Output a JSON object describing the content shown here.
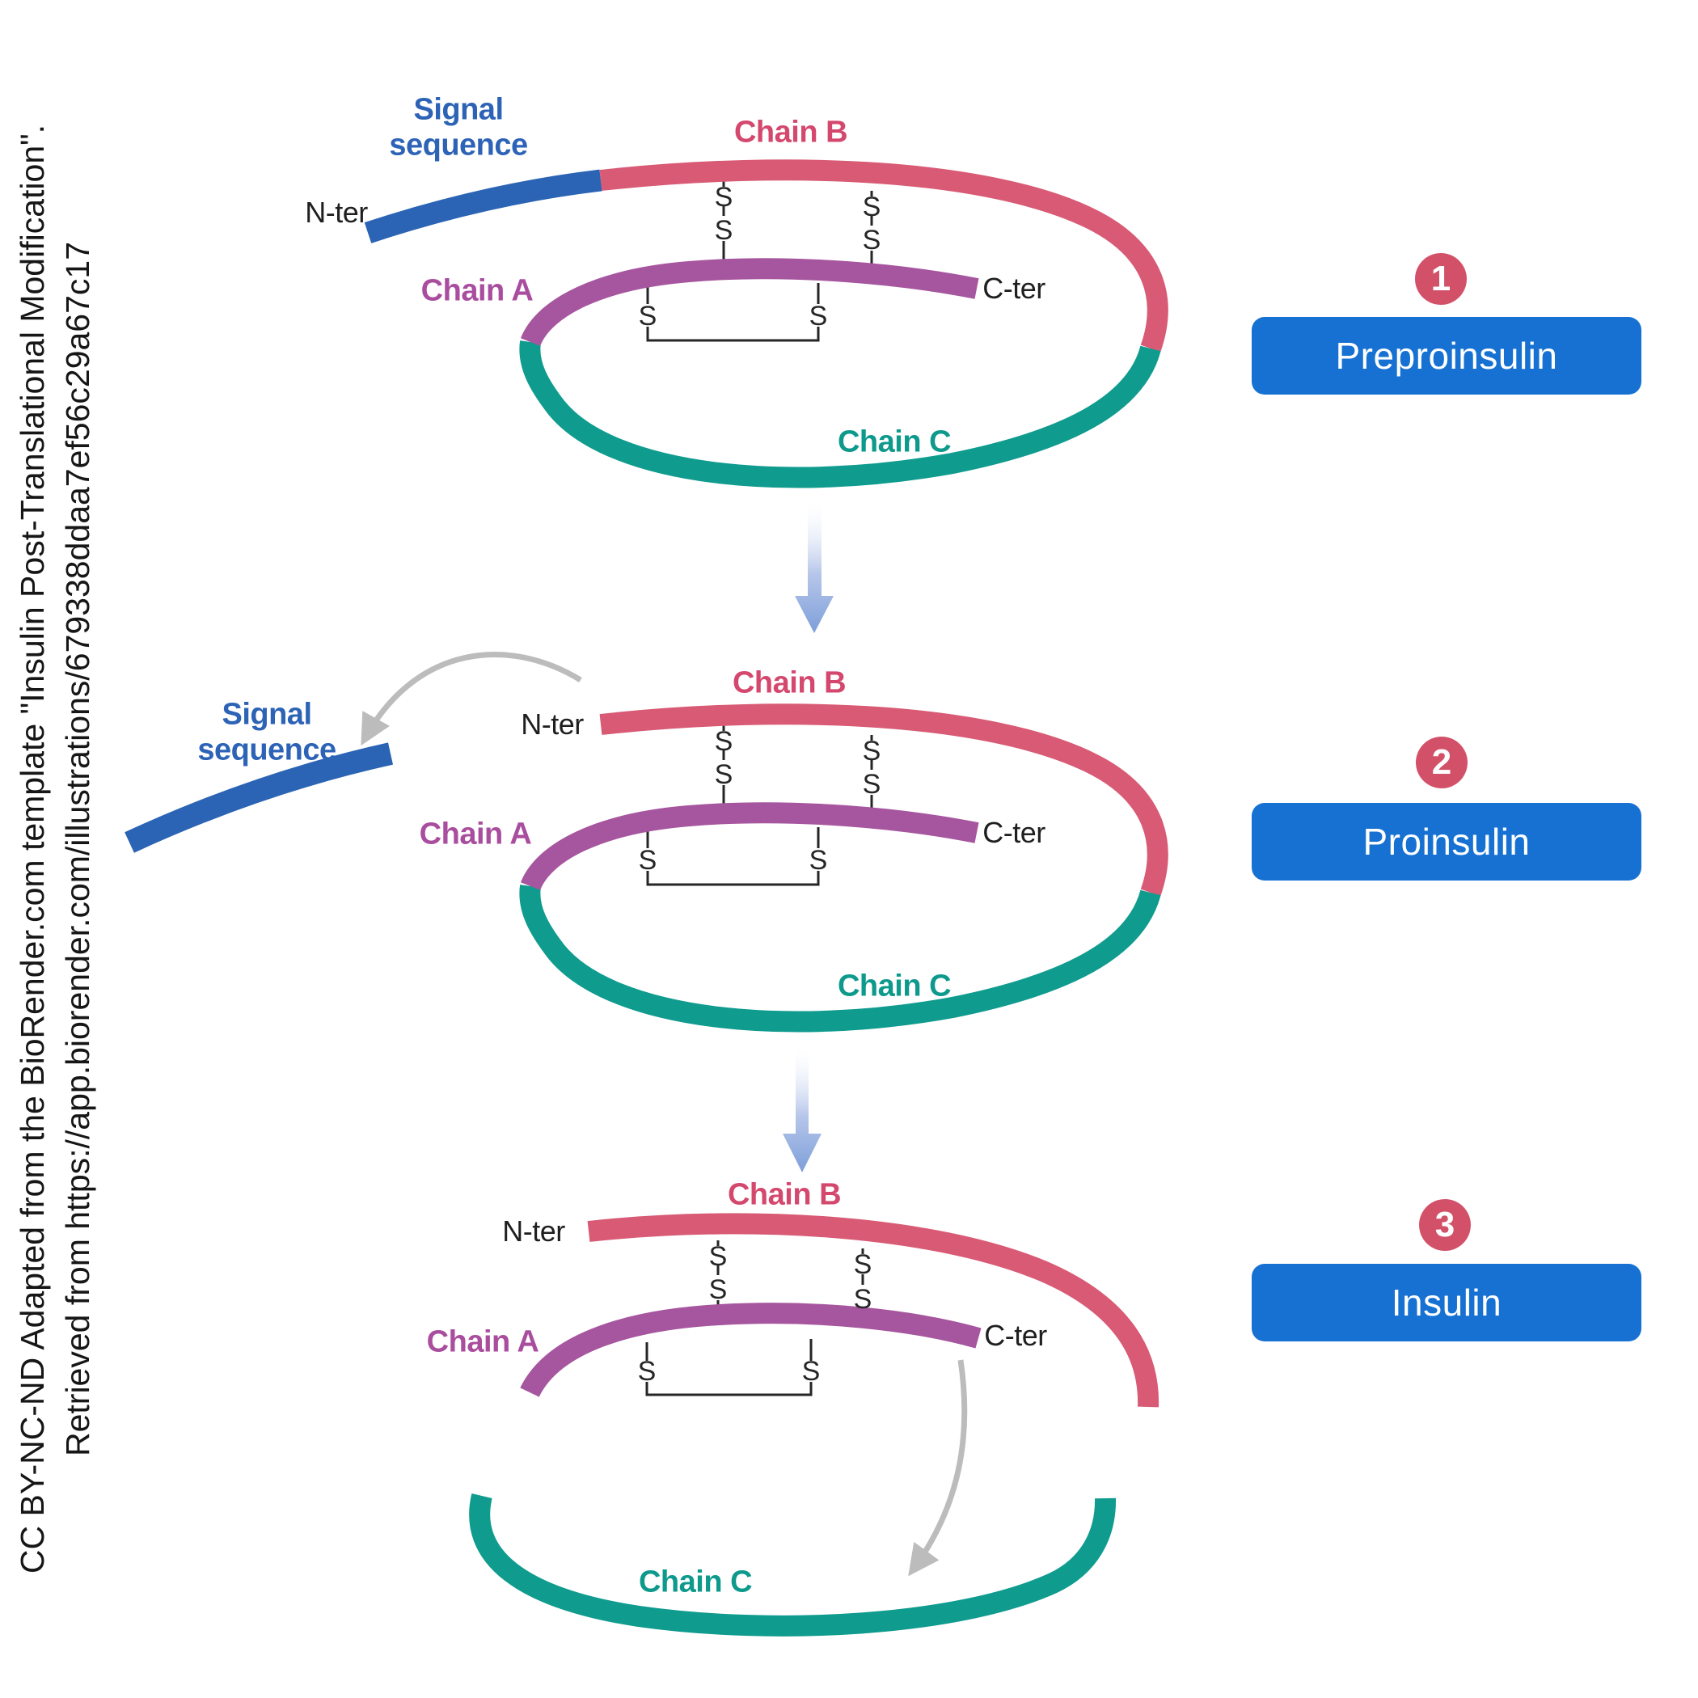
{
  "attribution": {
    "line1": "CC BY-NC-ND Adapted from the BioRender.com template \"Insulin Post-Translational Modification\".",
    "line2": "Retrieved from https://app.biorender.com/illustrations/679338ddaa7ef56c29a67c17"
  },
  "stages": [
    {
      "number": "1",
      "name": "Preproinsulin"
    },
    {
      "number": "2",
      "name": "Proinsulin"
    },
    {
      "number": "3",
      "name": "Insulin"
    }
  ],
  "labels": {
    "signal_sequence": {
      "line1": "Signal",
      "line2": "sequence"
    },
    "chain_a": "Chain A",
    "chain_b": "Chain B",
    "chain_c": "Chain C",
    "n_ter": "N-ter",
    "c_ter": "C-ter",
    "sulfur": "S"
  },
  "colors": {
    "signal_sequence": "#2b64b4",
    "chain_b": "#d85a74",
    "chain_a": "#a6569e",
    "chain_c": "#0f9b8e",
    "button_blue": "#1671d2",
    "badge_pink": "#d25169",
    "process_arrow_blue": "#7e9fd9",
    "cleavage_arrow_gray": "#bcbcbc",
    "bond_black": "#262626"
  }
}
